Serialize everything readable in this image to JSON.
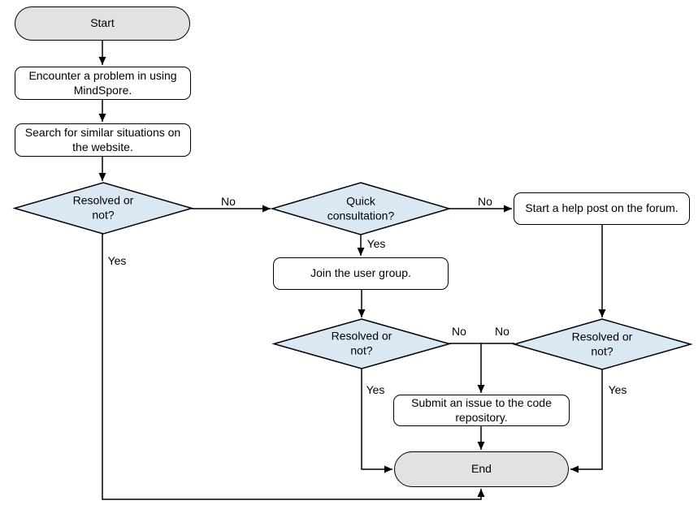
{
  "colors": {
    "stroke": "#000000",
    "process-fill": "#ffffff",
    "decision-fill": "#dae8f4",
    "terminal-fill": "#e2e2e2"
  },
  "nodes": {
    "start": "Start",
    "encounter": "Encounter a problem in using MindSpore.",
    "search": "Search for similar situations on the website.",
    "resolved1": "Resolved or not?",
    "quick": "Quick consultation?",
    "forum": "Start a help post on the forum.",
    "join": "Join the user group.",
    "resolved2": "Resolved or not?",
    "resolved3": "Resolved or not?",
    "submit": "Submit an issue to the code repository.",
    "end": "End"
  },
  "edge_labels": {
    "resolved1_no": "No",
    "resolved1_yes": "Yes",
    "quick_no": "No",
    "quick_yes": "Yes",
    "resolved2_no": "No",
    "resolved2_yes": "Yes",
    "resolved3_no": "No",
    "resolved3_yes": "Yes"
  }
}
